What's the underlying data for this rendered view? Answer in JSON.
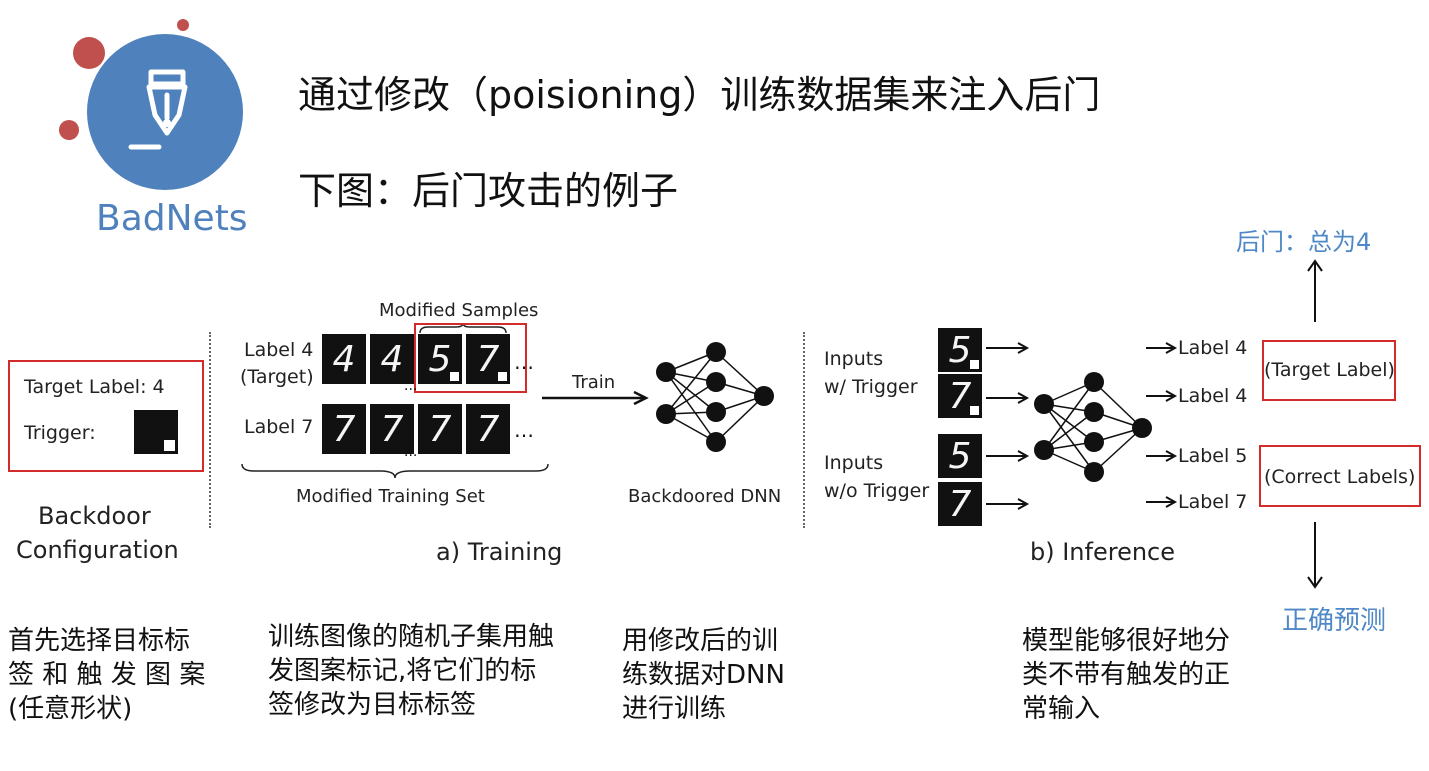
{
  "logo": {
    "text": "BadNets",
    "circle_color": "#4f81bd",
    "dot_color": "#c0504d"
  },
  "headings": {
    "line1": "通过修改（poisioning）训练数据集来注入后门",
    "line2": "下图：后门攻击的例子"
  },
  "annotations": {
    "backdoor_top": "后门：总为4",
    "correct_bottom": "正确预测"
  },
  "figure": {
    "config": {
      "target_label": "Target Label: 4",
      "trigger": "Trigger:",
      "caption_line1": "Backdoor",
      "caption_line2": "Configuration"
    },
    "training": {
      "modified_samples": "Modified Samples",
      "label4": "Label 4",
      "label4_sub": "(Target)",
      "label7": "Label 7",
      "row1_digits": [
        "4",
        "4",
        "5",
        "7"
      ],
      "row2_digits": [
        "7",
        "7",
        "7",
        "7"
      ],
      "ellipsis": "…",
      "vdots": "···",
      "modified_training_set": "Modified Training Set",
      "train": "Train",
      "backdoored_dnn": "Backdoored DNN",
      "caption": "a) Training"
    },
    "inference": {
      "inputs_trigger_1": "Inputs",
      "inputs_trigger_2": "w/ Trigger",
      "inputs_notrigger_1": "Inputs",
      "inputs_notrigger_2": "w/o Trigger",
      "digits": [
        "5",
        "7",
        "5",
        "7"
      ],
      "outputs": [
        "Label 4",
        "Label 4",
        "Label 5",
        "Label 7"
      ],
      "target_label_box": "(Target Label)",
      "correct_labels_box": "(Correct Labels)",
      "caption": "b) Inference"
    }
  },
  "notes": {
    "n1": [
      "首先选择目标标",
      "签 和 触 发 图 案",
      "(任意形状)"
    ],
    "n2": [
      "训练图像的随机子集用触",
      "发图案标记,将它们的标",
      "签修改为目标标签"
    ],
    "n3": [
      "用修改后的训",
      "练数据对DNN",
      "进行训练"
    ],
    "n4": [
      "模型能够很好地分",
      "类不带有触发的正",
      "常输入"
    ]
  }
}
